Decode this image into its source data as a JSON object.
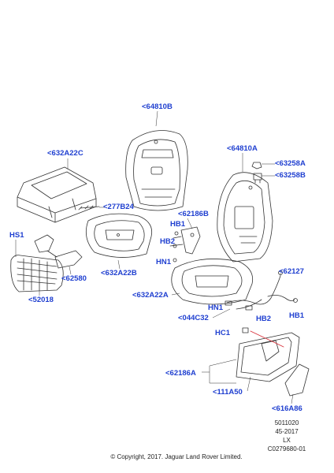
{
  "accent_color": "#1f3fd0",
  "line_color": "#333333",
  "highlight_color": "#d8303a",
  "callouts": {
    "p64810b": "<64810B",
    "p632a22c": "<632A22C",
    "p64810a": "<64810A",
    "p63258a": "<63258A",
    "p63258b": "<63258B",
    "p277b24": "<277B24",
    "p62186b": "<62186B",
    "hb1": "HB1",
    "hs1": "HS1",
    "hb2_left": "HB2",
    "hn1_left": "HN1",
    "p632a22b": "<632A22B",
    "p62580": "<62580",
    "p52018": "<52018",
    "p62127": "<62127",
    "p632a22a": "<632A22A",
    "hn1_right": "HN1",
    "p044c32": "<044C32",
    "hb2_right": "HB2",
    "hb1_right": "HB1",
    "hc1": "HC1",
    "p111a50": "<111A50",
    "p62186a": "<62186A",
    "p616a86": "<616A86"
  },
  "footer": {
    "code1": "5011020",
    "code2": "45-2017",
    "code3": "LX",
    "code4": "C0279680-01",
    "copyright": "© Copyright, 2017. Jaguar Land Rover Limited."
  }
}
